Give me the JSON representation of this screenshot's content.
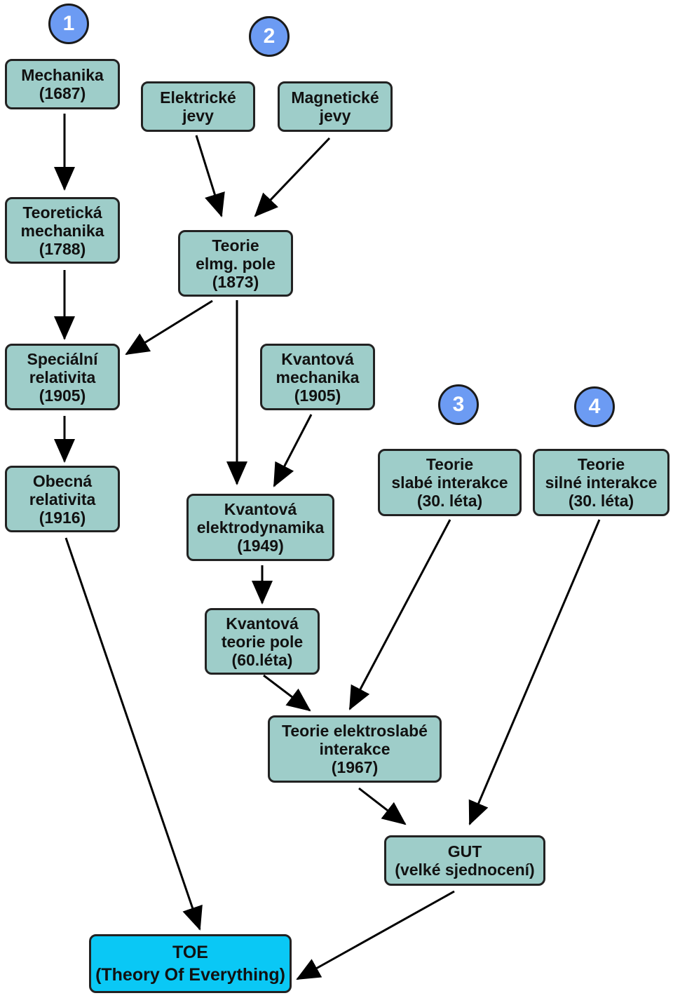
{
  "badges": [
    "1",
    "2",
    "3",
    "4"
  ],
  "nodes": {
    "mechanika": [
      "Mechanika",
      "(1687)"
    ],
    "elektricke": [
      "Elektrické",
      "jevy"
    ],
    "magneticke": [
      "Magnetické",
      "jevy"
    ],
    "teoreticka": [
      "Teoretická",
      "mechanika",
      "(1788)"
    ],
    "elmg": [
      "Teorie",
      "elmg. pole",
      "(1873)"
    ],
    "specialni": [
      "Speciální",
      "relativita",
      "(1905)"
    ],
    "kvantmech": [
      "Kvantová",
      "mechanika",
      "(1905)"
    ],
    "obecna": [
      "Obecná",
      "relativita",
      "(1916)"
    ],
    "qed": [
      "Kvantová",
      "elektrodynamika",
      "(1949)"
    ],
    "slabe": [
      "Teorie",
      "slabé interakce",
      "(30. léta)"
    ],
    "silne": [
      "Teorie",
      "silné interakce",
      "(30. léta)"
    ],
    "qft": [
      "Kvantová",
      "teorie pole",
      "(60.léta)"
    ],
    "elektroslabe": [
      "Teorie elektroslabé",
      "interakce",
      "(1967)"
    ],
    "gut": [
      "GUT",
      "(velké sjednocení)"
    ],
    "toe": [
      "TOE",
      "(Theory Of Everything)"
    ]
  },
  "colors": {
    "node_fill": "#9ecdc9",
    "toe_fill": "#0ac8f5",
    "badge_fill": "#6c9bf3",
    "border": "#222222"
  }
}
